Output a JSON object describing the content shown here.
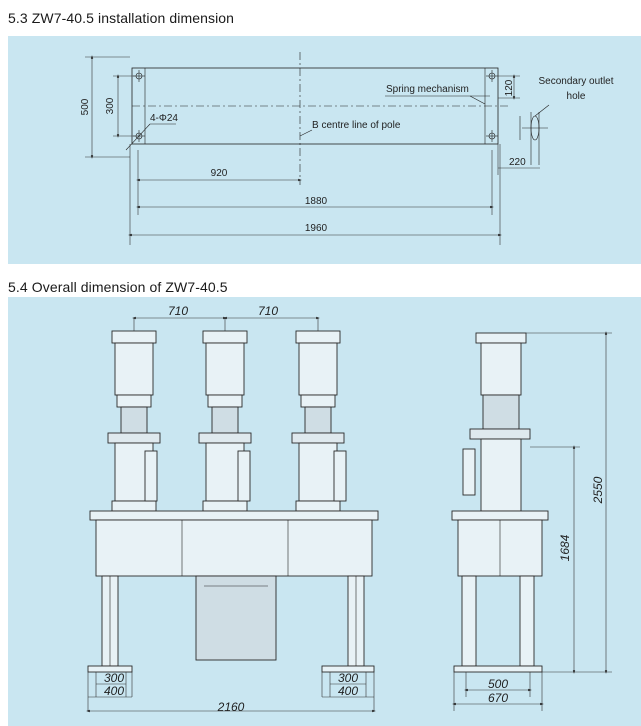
{
  "sections": [
    {
      "heading": "5.3 ZW7-40.5 installation dimension"
    },
    {
      "heading": "5.4 Overall dimension of ZW7-40.5"
    }
  ],
  "installation": {
    "dimensions": {
      "d500": "500",
      "d300": "300",
      "d120": "120",
      "d920": "920",
      "d1880": "1880",
      "d1960": "1960",
      "d220": "220"
    },
    "labels": {
      "holes": "4-Φ24",
      "spring_mechanism": "Spring mechanism",
      "secondary_outlet": "Secondary outlet",
      "secondary_outlet_line2": "hole",
      "centre_line": "B centre line of pole"
    }
  },
  "overall": {
    "front": {
      "d710a": "710",
      "d710b": "710",
      "d300L": "300",
      "d400L": "400",
      "d300R": "300",
      "d400R": "400",
      "d2160": "2160"
    },
    "side": {
      "d2550": "2550",
      "d1684": "1684",
      "d500": "500",
      "d670": "670"
    }
  },
  "colors": {
    "panel_background": "#c9e6f1",
    "line": "#222222"
  }
}
